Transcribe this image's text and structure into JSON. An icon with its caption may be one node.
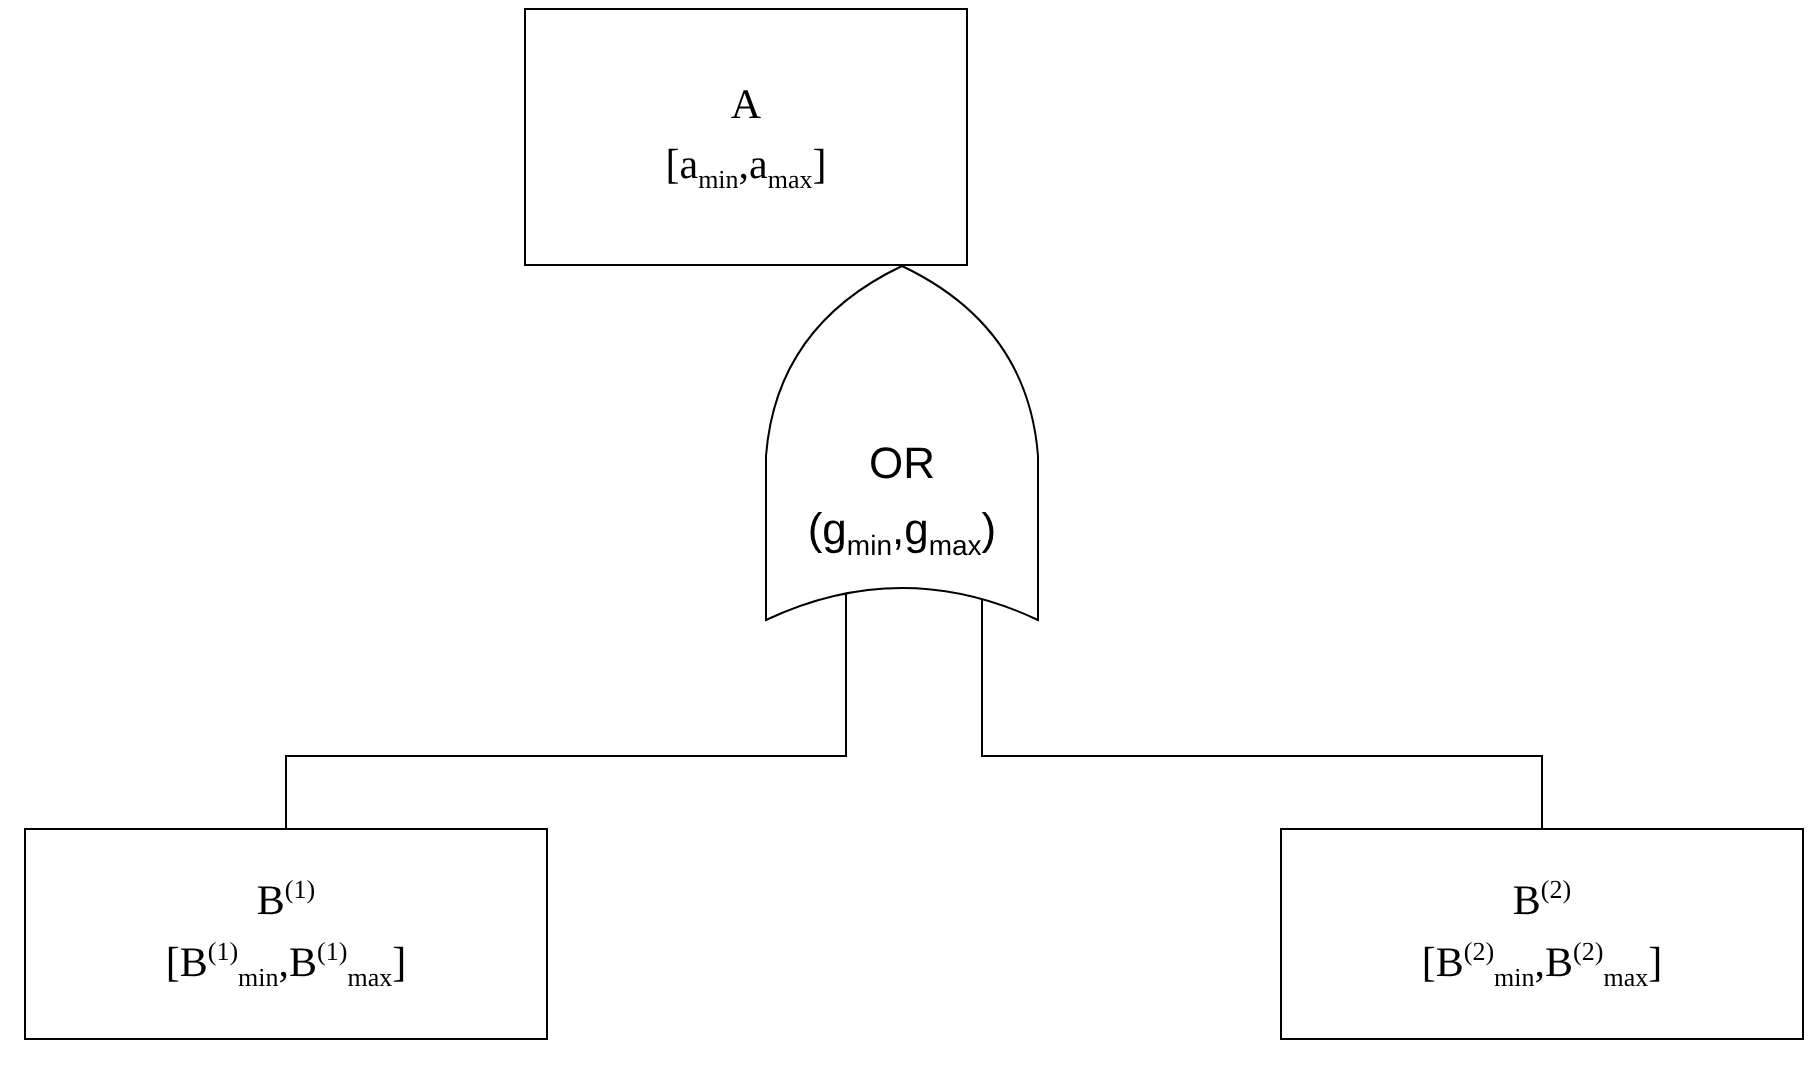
{
  "diagram": {
    "nodes": [
      {
        "text": [
          "A",
          "[a$_{min}$,a$_{max}$]"
        ]
      },
      {
        "text": [
          "OR",
          "(g$_{min}$,g$_{max}$)"
        ]
      },
      {
        "text": [
          "B$^{(1)}$",
          "[B$^{(1)}$$_{min}$,B$^{(1)}$$_{max}$]"
        ]
      },
      {
        "text": [
          "B$^{(2)}$",
          "[B$^{(2)}$$_{min}$,B$^{(2)}$$_{max}$]"
        ]
      }
    ],
    "edges": [
      {
        "from": 1,
        "to": 2,
        "arrow": "none"
      },
      {
        "from": 1,
        "to": 3,
        "arrow": "none"
      }
    ]
  }
}
